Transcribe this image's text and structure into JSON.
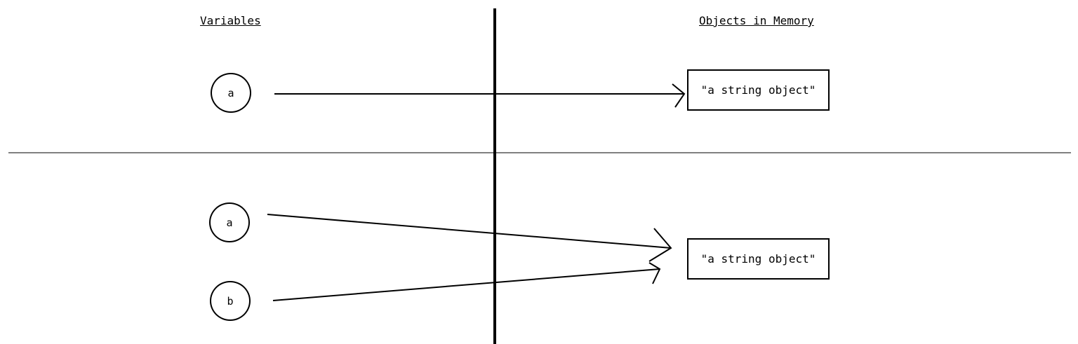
{
  "headings": {
    "variables": "Variables",
    "objects": "Objects in Memory"
  },
  "scenario1": {
    "variables": [
      {
        "name": "a"
      }
    ],
    "object_label": "\"a string object\""
  },
  "scenario2": {
    "variables": [
      {
        "name": "a"
      },
      {
        "name": "b"
      }
    ],
    "object_label": "\"a string object\""
  },
  "colors": {
    "stroke": "#000000",
    "background": "#ffffff"
  }
}
